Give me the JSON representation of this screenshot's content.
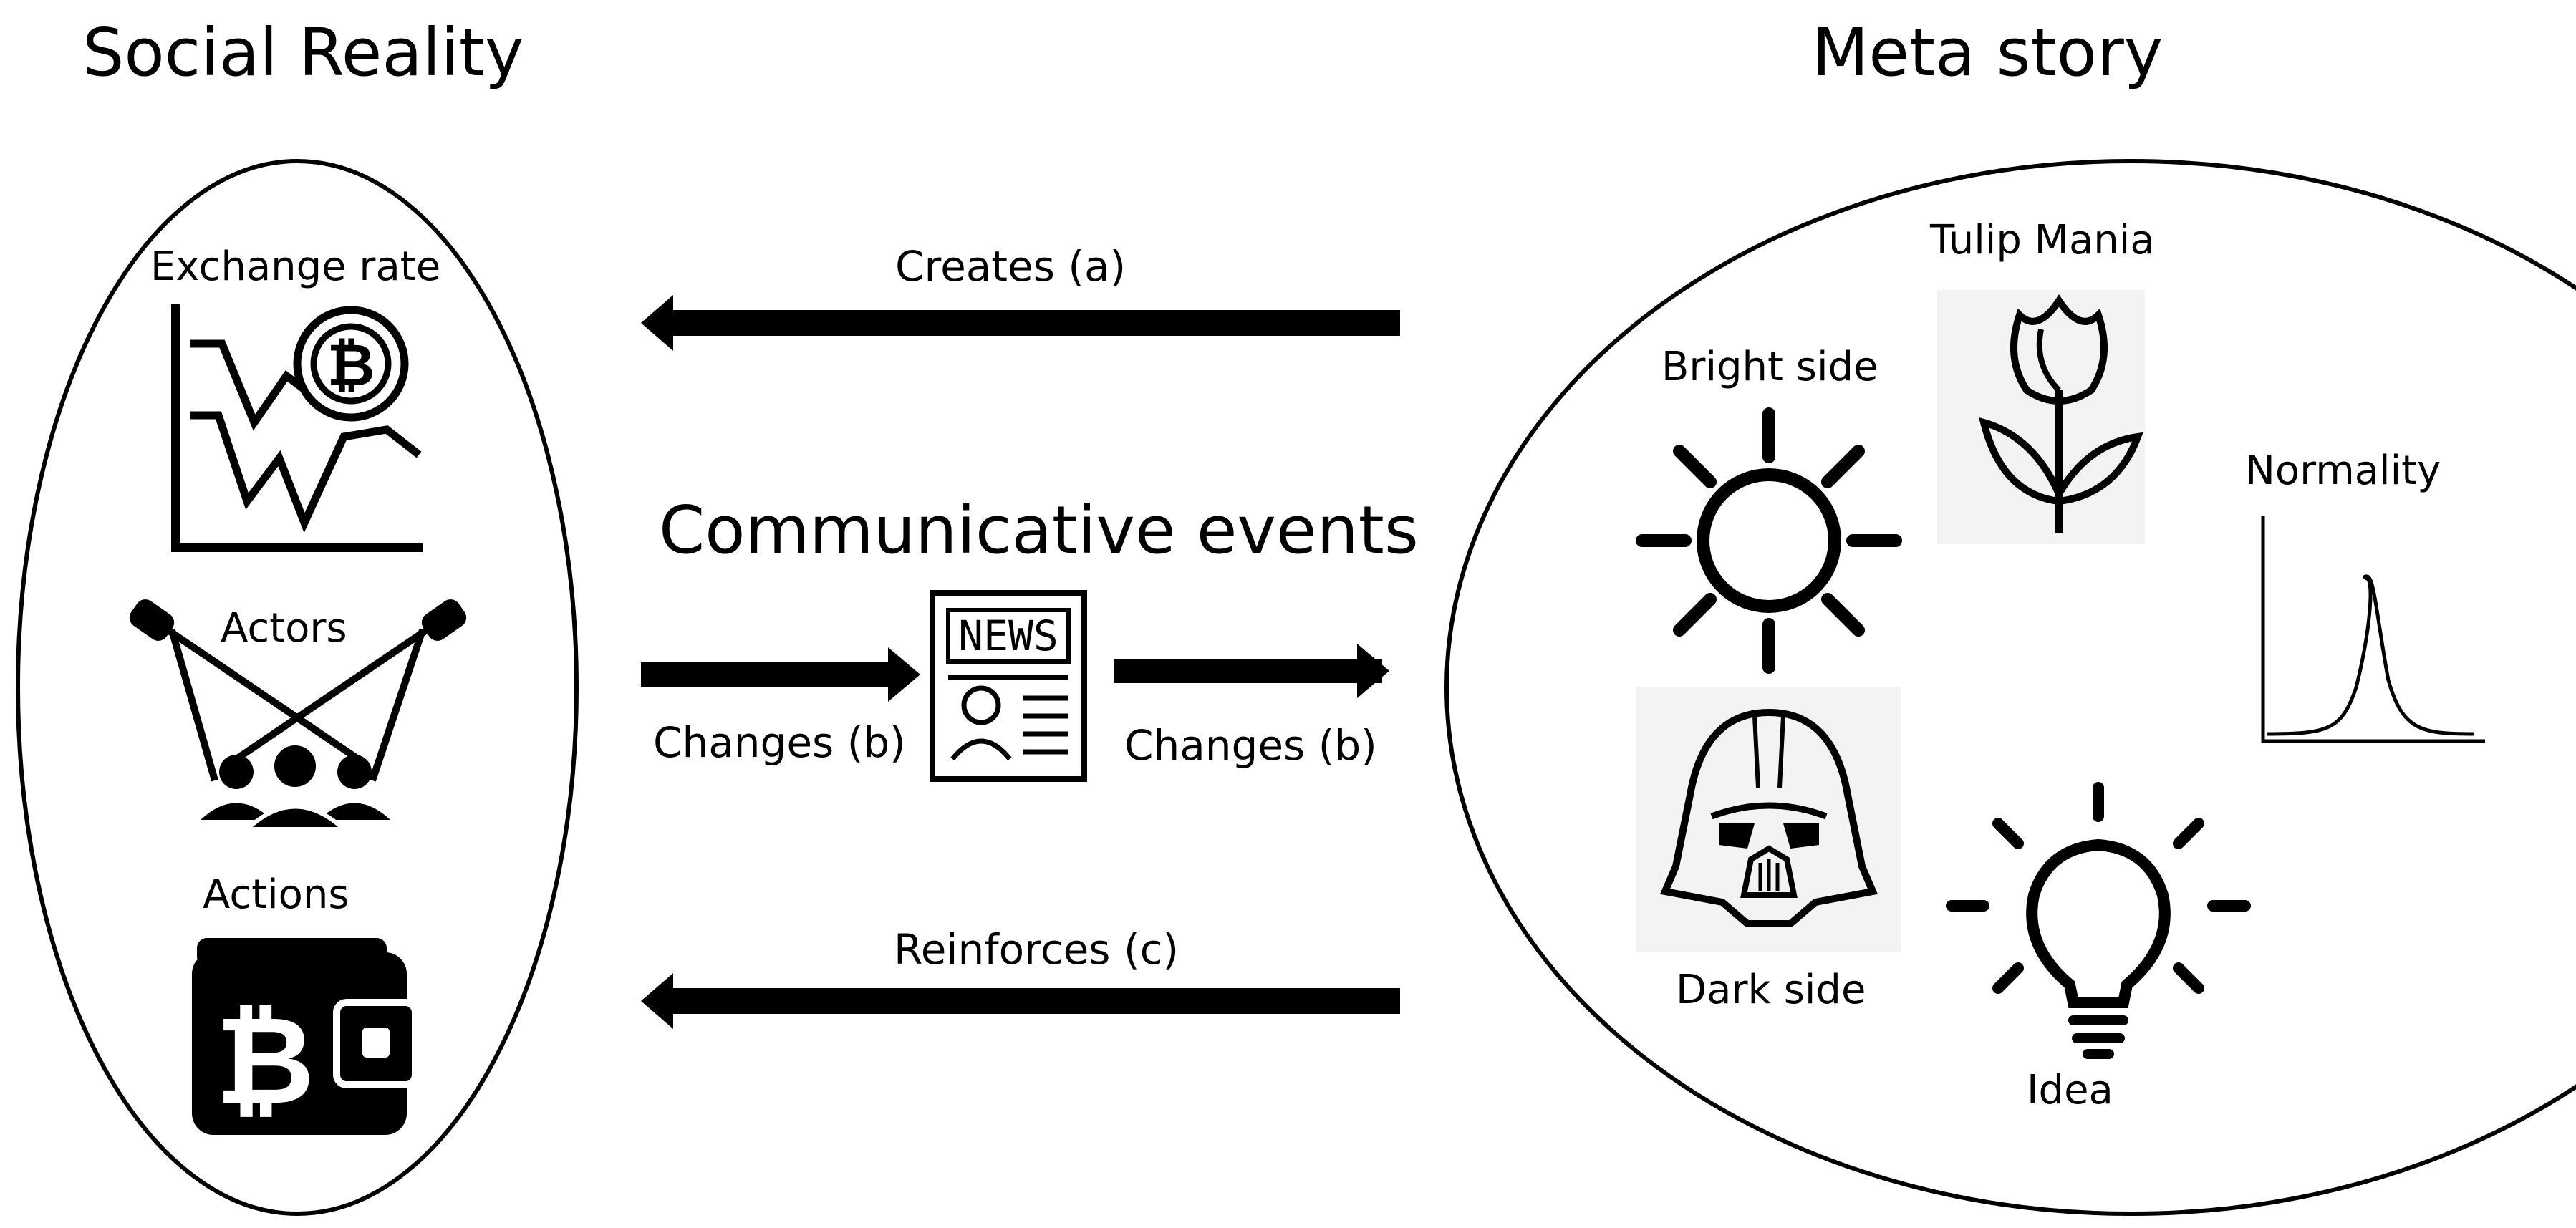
{
  "left_panel": {
    "heading": "Social Reality",
    "items": [
      {
        "label": "Exchange rate",
        "icon": "bitcoin-exchange-rate-chart-icon"
      },
      {
        "label": "Actors",
        "icon": "spotlight-crowd-icon"
      },
      {
        "label": "Actions",
        "icon": "bitcoin-wallet-icon"
      }
    ],
    "bitcoin_glyph": "₿"
  },
  "center": {
    "title": "Communicative events",
    "news_icon_text": "NEWS",
    "arrows": {
      "top": "Creates (a)",
      "middle_left": "Changes (b)",
      "middle_right": "Changes (b)",
      "bottom": "Reinforces (c)"
    }
  },
  "right_panel": {
    "heading": "Meta story",
    "items": [
      {
        "label": "Tulip Mania",
        "icon": "tulip-icon"
      },
      {
        "label": "Bright side",
        "icon": "sun-icon"
      },
      {
        "label": "Normality",
        "icon": "bell-curve-icon"
      },
      {
        "label": "Dark side",
        "icon": "darth-vader-helmet-icon"
      },
      {
        "label": "Idea",
        "icon": "light-bulb-icon"
      }
    ]
  },
  "colors": {
    "ink": "#000000",
    "background": "#ffffff",
    "icon_bg": "#f3f3f3"
  }
}
